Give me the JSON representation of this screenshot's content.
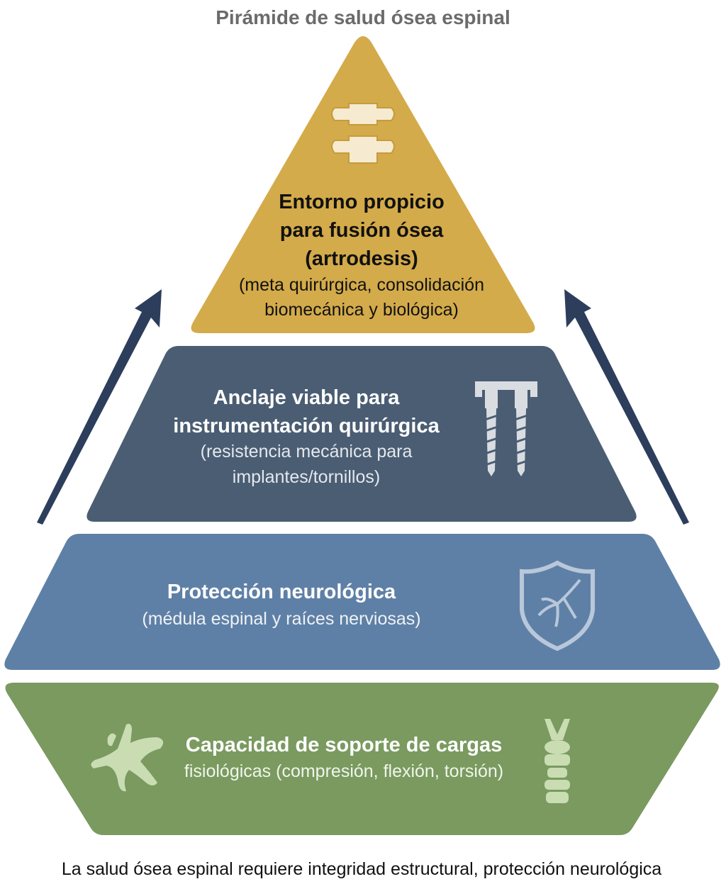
{
  "title": "Pirámide de salud ósea espinal",
  "tiers": [
    {
      "heading": [
        "Entorno propicio",
        "para fusión ósea",
        "(artrodesis)"
      ],
      "sub": [
        "(meta quirúrgica, consolidación",
        "biomecánica y biológica)"
      ],
      "icon": "vertebrae-icon",
      "color": "#d4ab4a"
    },
    {
      "heading": [
        "Anclaje viable para",
        "instrumentación quirúrgica"
      ],
      "sub": [
        "(resistencia mecánica para",
        "implantes/tornillos)"
      ],
      "icon": "screw-implant-icon",
      "color": "#4a5d73"
    },
    {
      "heading": [
        "Protección neurológica"
      ],
      "sub": [
        "(médula espinal y raíces nerviosas)"
      ],
      "icon": "shield-nerve-icon",
      "color": "#5f80a6"
    },
    {
      "heading": [
        "Capacidad de soporte de cargas"
      ],
      "sub": [
        "fisiológicas (compresión, flexión, torsión)"
      ],
      "icon": "bone-cell-icon",
      "icon2": "spine-icon",
      "color": "#7a9a60"
    }
  ],
  "arrow_color": "#2c3e5c",
  "caption": "La salud ósea espinal requiere integridad estructural, protección neurológica"
}
